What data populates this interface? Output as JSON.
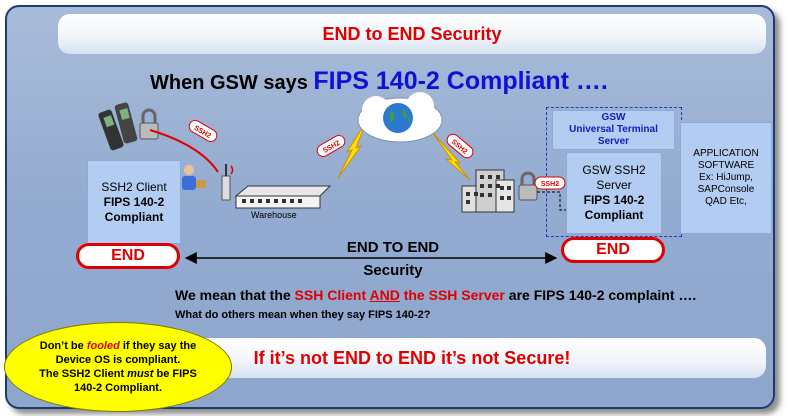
{
  "banner_top": "END to END Security",
  "headline": {
    "prefix": "When GSW says ",
    "highlight": "FIPS 140-2 Compliant …."
  },
  "client_box": {
    "line1": "SSH2 Client",
    "line2": "FIPS 140-2",
    "line3": "Compliant"
  },
  "gsw_box": {
    "line1": "GSW",
    "line2": "Universal Terminal",
    "line3": "Server"
  },
  "server_box": {
    "line1": "GSW SSH2",
    "line2": "Server",
    "line3": "FIPS 140-2",
    "line4": "Compliant"
  },
  "app_box": {
    "line1": "APPLICATION",
    "line2": "SOFTWARE",
    "line3": "Ex: HiJump,",
    "line4": "SAPConsole",
    "line5": "QAD Etc,"
  },
  "ssh2_labels": [
    "SSH2",
    "SSH2",
    "SSH2",
    "SSH2"
  ],
  "warehouse_label": "Warehouse",
  "end_left": "END",
  "end_right": "END",
  "center_label": {
    "line1": "END TO END",
    "line2": "Security"
  },
  "statement": {
    "prefix": "We mean that the ",
    "client": "SSH Client ",
    "and": "AND",
    "server": " the SSH Server",
    "suffix": " are FIPS 140-2 complaint …."
  },
  "question": "What do others mean when they say FIPS 140-2?",
  "note": {
    "l1a": "Don’t be ",
    "l1b": "fooled",
    "l1c": " if they say the",
    "l2": "Device OS is compliant.",
    "l3a": "The SSH2 Client ",
    "l3b": "must",
    "l3c": " be FIPS",
    "l4": "140-2 Compliant."
  },
  "banner_bottom": "If it’s not END to END it’s not Secure!",
  "colors": {
    "red": "#e00000",
    "blue": "#1010d8",
    "panel": "#9db2d6",
    "box": "#b2ccf2",
    "note": "#ffff00"
  }
}
